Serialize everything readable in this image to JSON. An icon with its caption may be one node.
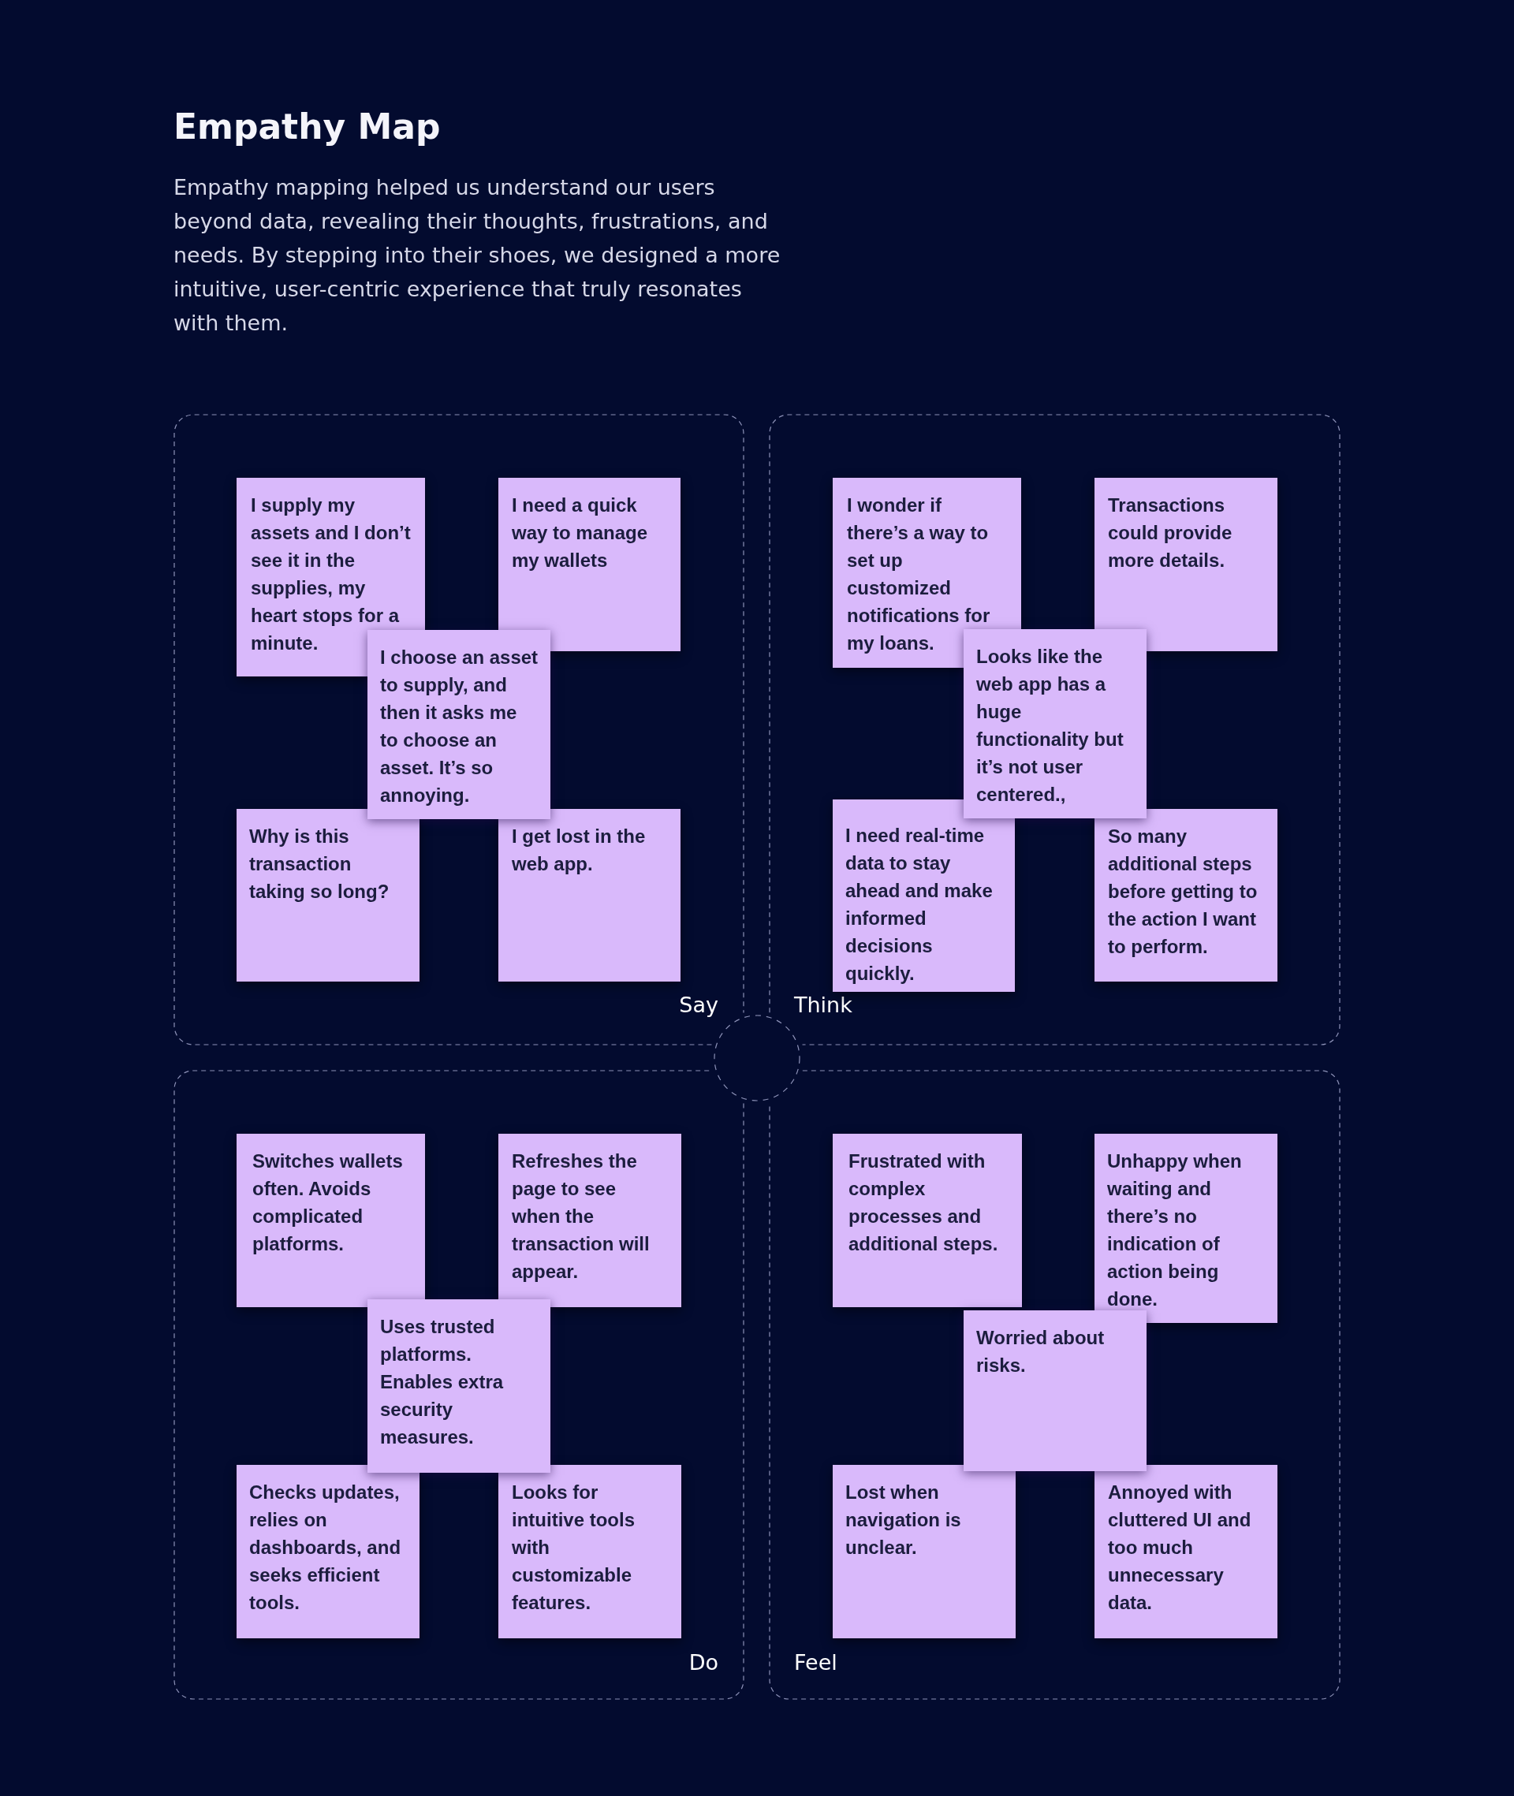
{
  "diagram": {
    "title": "Empathy Map",
    "nodes": [
      {
        "text": [
          "Say"
        ]
      },
      {
        "text": [
          "I supply my assets and I don’t see it in the supplies, my heart stops for a minute."
        ],
        "in": 0
      },
      {
        "text": [
          "I need a quick way to manage my wallets"
        ],
        "in": 0
      },
      {
        "text": [
          "I choose an asset to supply, and then it asks me to choose an asset. It’s so annoying."
        ],
        "in": 0
      },
      {
        "text": [
          "Why is this transaction taking so long?"
        ],
        "in": 0
      },
      {
        "text": [
          "I get lost in the web app."
        ],
        "in": 0
      },
      {
        "text": [
          "Think"
        ]
      },
      {
        "text": [
          "I wonder if there’s a way to set up customized notifications for my loans."
        ],
        "in": 6
      },
      {
        "text": [
          "Transactions could provide more details."
        ],
        "in": 6
      },
      {
        "text": [
          "Looks like the web app has a huge functionality but it’s not user centered.,"
        ],
        "in": 6
      },
      {
        "text": [
          "I need real-time data to stay ahead and make informed decisions quickly."
        ],
        "in": 6
      },
      {
        "text": [
          "So many additional steps before getting to the action I want to perform."
        ],
        "in": 6
      },
      {
        "text": [
          "Do"
        ]
      },
      {
        "text": [
          "Switches wallets often. Avoids complicated platforms."
        ],
        "in": 12
      },
      {
        "text": [
          "Refreshes the page to see when the transaction will appear."
        ],
        "in": 12
      },
      {
        "text": [
          "Uses trusted platforms. Enables extra security measures."
        ],
        "in": 12
      },
      {
        "text": [
          "Checks updates, relies on dashboards, and seeks efficient tools."
        ],
        "in": 12
      },
      {
        "text": [
          "Looks for intuitive tools with customizable features."
        ],
        "in": 12
      },
      {
        "text": [
          "Feel"
        ]
      },
      {
        "text": [
          "Frustrated with complex processes and additional steps."
        ],
        "in": 18
      },
      {
        "text": [
          "Unhappy when waiting and there’s no indication of action being done."
        ],
        "in": 18
      },
      {
        "text": [
          "Worried about risks."
        ],
        "in": 18
      },
      {
        "text": [
          "Lost when navigation is unclear."
        ],
        "in": 18
      },
      {
        "text": [
          "Annoyed with cluttered UI and too much unnecessary data."
        ],
        "in": 18
      },
      {
        "text": [],
        "shape": "circle"
      }
    ],
    "labels": [
      "Empathy mapping helped us understand our users beyond data, revealing their thoughts, frustrations, and needs. By stepping into their shoes, we designed a more intuitive, user-centric experience that truly resonates with them."
    ]
  }
}
